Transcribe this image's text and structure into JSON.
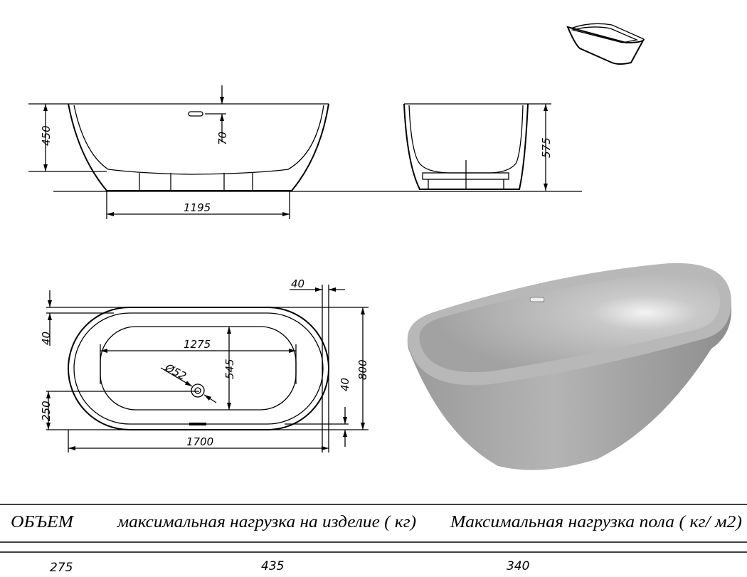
{
  "dimensions": {
    "front_height": "450",
    "overflow_offset": "70",
    "base_length": "1195",
    "end_height": "575",
    "rim_width_right": "40",
    "rim_width_left": "40",
    "rim_width_side": "40",
    "basin_length": "1275",
    "basin_width": "545",
    "drain_diameter": "Ø52",
    "drain_offset": "250",
    "total_width": "800",
    "total_length": "1700"
  },
  "specs_table": {
    "headers": [
      "ОБЪЕМ",
      "максимальная нагрузка на изделие ( кг)",
      "Максимальная нагрузка пола ( кг/ м2)"
    ],
    "values": [
      "275",
      "435",
      "340"
    ]
  },
  "colors": {
    "tub_grey": "#a9a9a9",
    "line": "#000000"
  }
}
